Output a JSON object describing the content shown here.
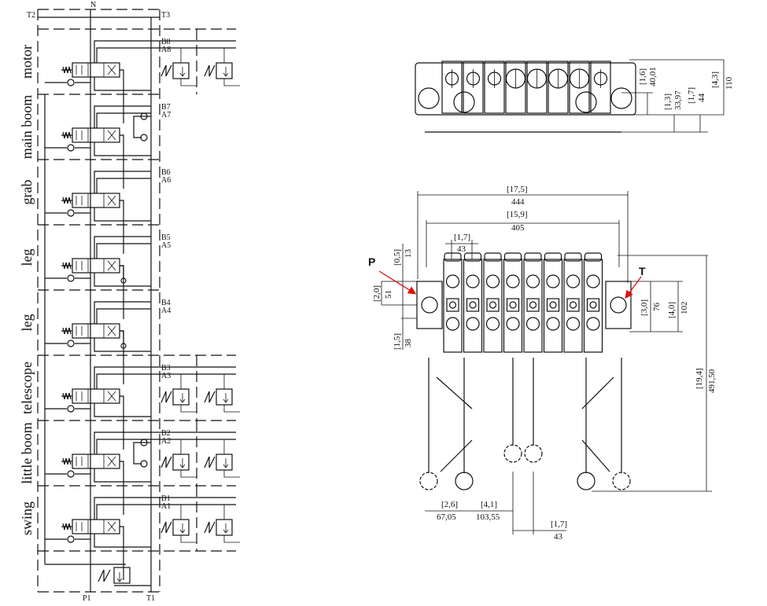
{
  "schematic": {
    "top_ports": {
      "n": "N",
      "t2": "T2",
      "t3": "T3"
    },
    "bottom_ports": {
      "p1": "P1",
      "t1": "T1"
    },
    "sections": [
      {
        "label": "motor",
        "port_b": "B8",
        "port_a": "A8",
        "relief": true,
        "gauge": false,
        "leg_circle": false
      },
      {
        "label": "main boom",
        "port_b": "B7",
        "port_a": "A7",
        "relief": false,
        "gauge": true,
        "leg_circle": false
      },
      {
        "label": "grab",
        "port_b": "B6",
        "port_a": "A6",
        "relief": false,
        "gauge": false,
        "leg_circle": false
      },
      {
        "label": "leg",
        "port_b": "B5",
        "port_a": "A5",
        "relief": false,
        "gauge": false,
        "leg_circle": true
      },
      {
        "label": "leg",
        "port_b": "B4",
        "port_a": "A4",
        "relief": false,
        "gauge": false,
        "leg_circle": true
      },
      {
        "label": "telescope",
        "port_b": "B3",
        "port_a": "A3",
        "relief": true,
        "gauge": false,
        "leg_circle": false
      },
      {
        "label": "little boom",
        "port_b": "B2",
        "port_a": "A2",
        "relief": true,
        "gauge": true,
        "leg_circle": false
      },
      {
        "label": "swing",
        "port_b": "B1",
        "port_a": "A1",
        "relief": true,
        "gauge": false,
        "leg_circle": false
      }
    ]
  },
  "drawing": {
    "top_view_dims": {
      "d1_in": "[1,6]",
      "d1_mm": "40,01",
      "d2_in": "[1,3]",
      "d2_mm": "33,97",
      "d3_in": "[1,7]",
      "d3_mm": "44",
      "d4_in": "[4,3]",
      "d4_mm": "110"
    },
    "front_view_dims": {
      "overall_in": "[17,5]",
      "overall_mm": "444",
      "body_in": "[15,9]",
      "body_mm": "405",
      "pitch_in": "[1,7]",
      "pitch_mm": "43",
      "top_in": "[0,5]",
      "top_mm": "13",
      "p_in": "[2,0]",
      "p_mm": "51",
      "bot_in": "[1,5]",
      "bot_mm": "38",
      "t_in": "[3,0]",
      "t_mm": "76",
      "h_in": "[4,0]",
      "h_mm": "102",
      "total_in": "[19,4]",
      "total_mm": "491,50",
      "lev1_in": "[2,6]",
      "lev1_mm": "67,05",
      "lev2_in": "[4,1]",
      "lev2_mm": "103,55",
      "lev3_in": "[1,7]",
      "lev3_mm": "43"
    },
    "port_p": "P",
    "port_t": "T",
    "arrow_color": "#e01010",
    "section_count": 8
  }
}
